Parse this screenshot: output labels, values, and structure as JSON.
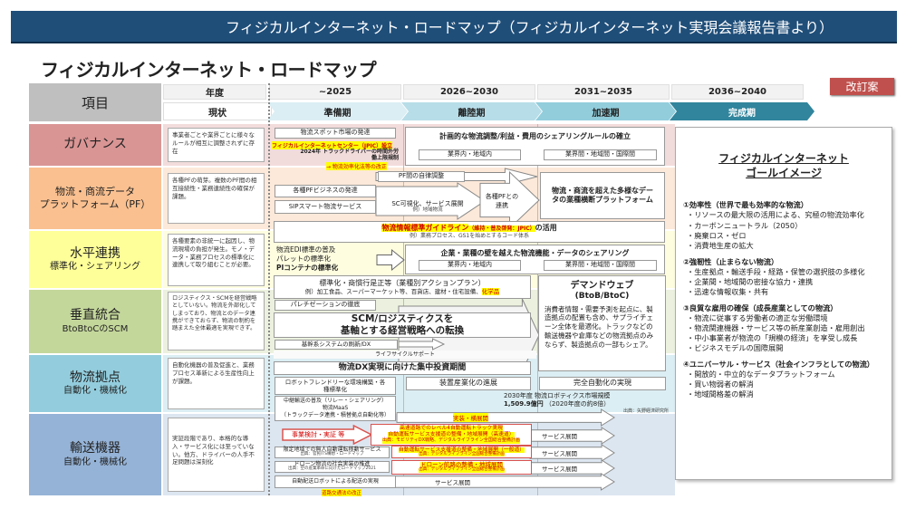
{
  "header": {
    "title": "フィジカルインターネット・ロードマップ（フィジカルインターネット実現会議報告書より）"
  },
  "subtitle": "フィジカルインターネット・ロードマップ",
  "revision_button": "改訂案",
  "table": {
    "item_label": "項目",
    "year_label": "年度",
    "years": [
      "~2025",
      "2026~2030",
      "2031~2035",
      "2036~2040"
    ],
    "phases": [
      "現状",
      "準備期",
      "離陸期",
      "加速期",
      "完成期"
    ],
    "categories": [
      {
        "main": "ガバナンス",
        "sub": "",
        "color": "#d99594",
        "current": "事業者ごとや業界ごとに様々なルールが相互に調整されずに存在"
      },
      {
        "main": "物流・商流データ",
        "sub": "プラットフォーム（PF）",
        "color": "#fac090",
        "current": "各種PFの萌芽。複数のPF間の相互接続性・業務連続性の確保が課題。"
      },
      {
        "main": "水平連携",
        "sub": "標準化・シェアリング",
        "color": "#ffff99",
        "current": "各種要素の非統一に起因し、物流現場の負担が発生。モノ・データ・業務プロセスの標準化に連携して取り組むことが必要。"
      },
      {
        "main": "垂直統合",
        "sub": "BtoBtoCのSCM",
        "color": "#c4d79b",
        "current": "ロジスティクス・SCMを経営戦略としていない。物流を外部化してしまっており、物流とのデータ連携ができておらず、物流の制約を踏まえた全体最適を実現できず。"
      },
      {
        "main": "物流拠点",
        "sub": "自動化・機械化",
        "color": "#93cddd",
        "current": "自動化機器の普及促進と、業務プロセス革新による生産性向上が課題。"
      },
      {
        "main": "輸送機器",
        "sub": "自動化・機械化",
        "color": "#95b3d7",
        "current": "実証段階であり、本格的な導入・サービス化には至っていない。他方、ドライバーの人手不足問題は深刻化"
      }
    ]
  },
  "governance": {
    "spot_market": "物流スポット市場の発達",
    "jpic": "フィジカルインターネットセンター（JPIC）設立",
    "regulation": "2024年 トラックドライバーの時間外労働上限規制",
    "law": "→ 物流効率化法等の改正",
    "sharing_rule": "計画的な物流調整/利益・費用のシェアリングルールの確立",
    "intra": "業界内・地域内",
    "inter": "業界間・地域間・国際間"
  },
  "pf": {
    "autonomous": "PF間の自律調整",
    "business": "各種PFビジネスの発達",
    "sip": "SIPスマート物流サービス",
    "sc": "SC可視化、サービス展開",
    "sc_ex": "例）地域物流",
    "link": "各種PFとの連携",
    "goal": "物流・商流を超えた多様なデータの業種横断プラットフォーム",
    "guideline": "物流情報標準ガイドライン",
    "guideline_note": "（維持・普及啓発：JPIC）",
    "guideline_use": "の活用",
    "guideline_ex": "例）業務プロセス、GS1を始めとするコード体系"
  },
  "horizontal": {
    "edi": "物流EDI標準の普及",
    "pallet": "パレットの標準化",
    "pi": "PIコンテナの標準化",
    "sharing": "企業・業種の壁を越えた物流機能・データのシェアリング",
    "intra": "業界内・地域内",
    "inter": "業界間・地域間・国際間"
  },
  "vertical": {
    "action_plan": "標準化・商慣行是正等（業種別アクションプラン）",
    "examples": "例）加工食品、スーパーマーケット等、百貨店、建材・住宅設備、",
    "chem": "化学品",
    "palletization": "パレチゼーションの徹底",
    "scm_1": "SCM/ロジスティクスを",
    "scm_2": "基軸とする経営戦略への転換",
    "dx": "基幹系システムの刷新/DX",
    "lifecycle": "ライフサイクルサポート",
    "demand_title": "デマンドウェブ",
    "demand_sub": "(BtoB/BtoC)",
    "demand_body": "消費者情報・需要予測を起点に、製造拠点の配置も含め、サプライチェーン全体を最適化。トラックなどの輸送機器や倉庫などの物流拠点のみならず、製造拠点の一部もシェア。"
  },
  "hub": {
    "investment": "物流DX実現に向けた集中投資期間",
    "robot_friendly": "ロボットフレンドリーな環境構築・各種標準化",
    "equipment": "装置産業化の進展",
    "full_auto": "完全自動化の実現",
    "market_1": "2030年度 物流ロボティクス市場規模",
    "market_value": "1,509.9億円",
    "market_2": "（2020年度の約8倍）",
    "market_src": "出典：矢野経済研究所"
  },
  "transport": {
    "relay": "中継輸送の普及（リレー・シェアリング）",
    "maas": "物流MaaS",
    "maas_note": "（トラックデータ連携・積替拠点自動化等）",
    "deploy": "実装・横展開",
    "trial": "事業検討・実証 等",
    "truck_1": "高速道路でのレベル4自動運転トラック実現",
    "truck_2": "自動運転サービス支援道の整備・地域展開（高速道）",
    "truck_src": "出典：モビリティDX戦略、デジタルライフライン全国総合整備計画",
    "service": "サービス展開",
    "limited": "限定地域での無人自動運転移動サービス",
    "limited_src": "出典：官民ITS構想・ロードマップ",
    "general_road": "自動運転サービス支援道の整備・地域展開（一般道）",
    "general_src": "出典：デジタルライフライン全国総合整備計画",
    "drone": "ドローン物流の社会実装の推進",
    "drone_src": "出典：空の産業革命に向けたロードマップ2021",
    "drone_route": "ドローン航路の整備・地域展開",
    "drone_route_src": "出典：デジタルライフライン全国総合整備計画",
    "robot_delivery": "自動配送ロボットによる配送の実現",
    "road_law": "道路交通法の改正"
  },
  "goal": {
    "title_1": "フィジカルインターネット",
    "title_2": "ゴールイメージ",
    "sections": [
      {
        "head": "①効率性（世界で最も効率的な物流）",
        "items": [
          "リソースの最大限の活用による、究極の物流効率化",
          "カーボンニュートラル（2050）",
          "廃棄ロス・ゼロ",
          "消費地生産の拡大"
        ]
      },
      {
        "head": "②強靭性（止まらない物流）",
        "items": [
          "生産拠点・輸送手段・経路・保管の選択肢の多様化",
          "企業間・地域間の密接な協力・連携",
          "迅速な情報収集・共有"
        ]
      },
      {
        "head": "③良質な雇用の確保（成長産業としての物流）",
        "items": [
          "物流に従事する労働者の適正な労働環境",
          "物流関連機器・サービス等の新産業創造・雇用創出",
          "中小事業者が物流の「規模の経済」を享受し成長",
          "ビジネスモデルの国際展開"
        ]
      },
      {
        "head": "④ユニバーサル・サービス（社会インフラとしての物流）",
        "items": [
          "開放的・中立的なデータプラットフォーム",
          "買い物弱者の解消",
          "地域間格差の解消"
        ]
      }
    ]
  }
}
